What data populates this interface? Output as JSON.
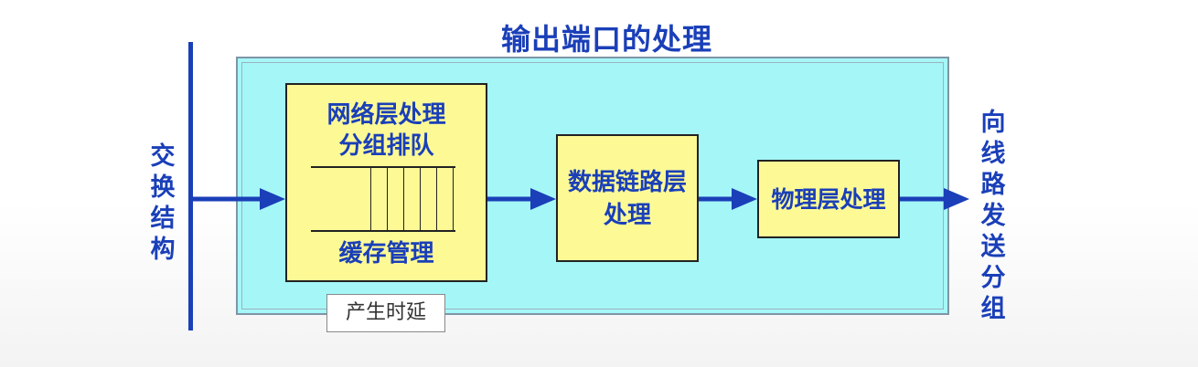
{
  "title": "输出端口的处理",
  "left_label": [
    "交",
    "换",
    "结",
    "构"
  ],
  "right_label": [
    "向",
    "线",
    "路",
    "发",
    "送",
    "分",
    "组"
  ],
  "network_box": {
    "line1": "网络层处理",
    "line2": "分组排队",
    "line3": "缓存管理"
  },
  "datalink_box": {
    "line1": "数据链路层",
    "line2": "处理"
  },
  "physical_box": {
    "line1": "物理层处理"
  },
  "note": "产生时延",
  "colors": {
    "accent": "#1a3fb8",
    "frame_fill": "#a6f7f7",
    "box_fill": "#fdfa96"
  }
}
